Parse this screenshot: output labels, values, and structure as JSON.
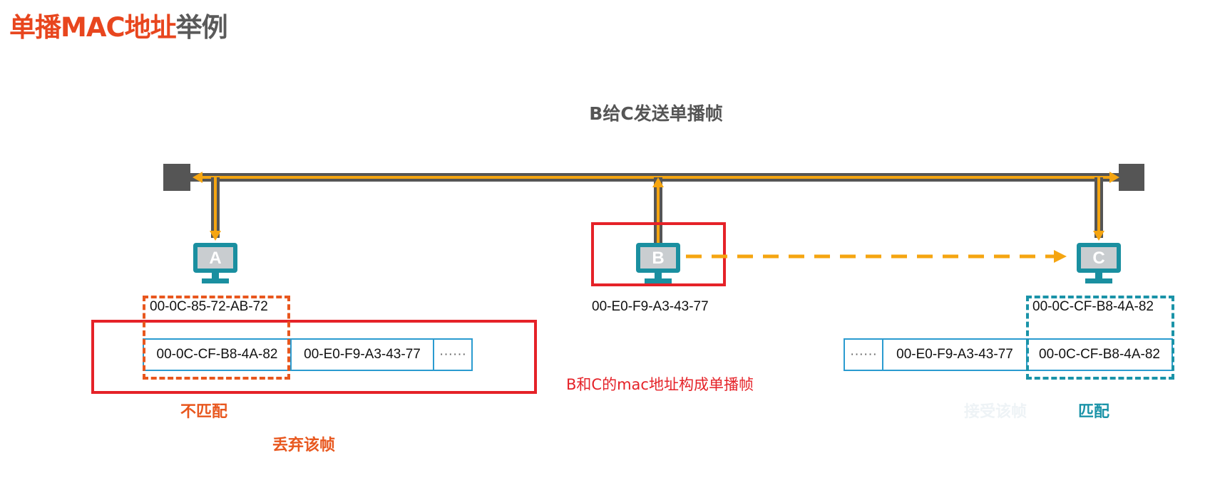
{
  "title": {
    "highlight": "单播MAC地址",
    "rest": "举例"
  },
  "subtitle": "B给C发送单播帧",
  "hosts": [
    {
      "label": "A",
      "mac": "00-0C-85-72-AB-72"
    },
    {
      "label": "B",
      "mac": "00-E0-F9-A3-43-77"
    },
    {
      "label": "C",
      "mac": "00-0C-CF-B8-4A-82"
    }
  ],
  "frame_left": {
    "dst": "00-0C-CF-B8-4A-82",
    "src": "00-E0-F9-A3-43-77",
    "more": "······"
  },
  "frame_right": {
    "more": "······",
    "src": "00-E0-F9-A3-43-77",
    "dst": "00-0C-CF-B8-4A-82"
  },
  "annotation": "B和C的mac地址构成单播帧",
  "result_a": {
    "match": "不匹配",
    "action": "丢弃该帧"
  },
  "result_c": {
    "match": "匹配",
    "action": "接受该帧"
  },
  "colors": {
    "orange": "#e8571e",
    "teal": "#1a93a8",
    "red": "#e52228",
    "bus": "#555555",
    "signal": "#f5a511",
    "cell_border": "#2a9bd0"
  }
}
